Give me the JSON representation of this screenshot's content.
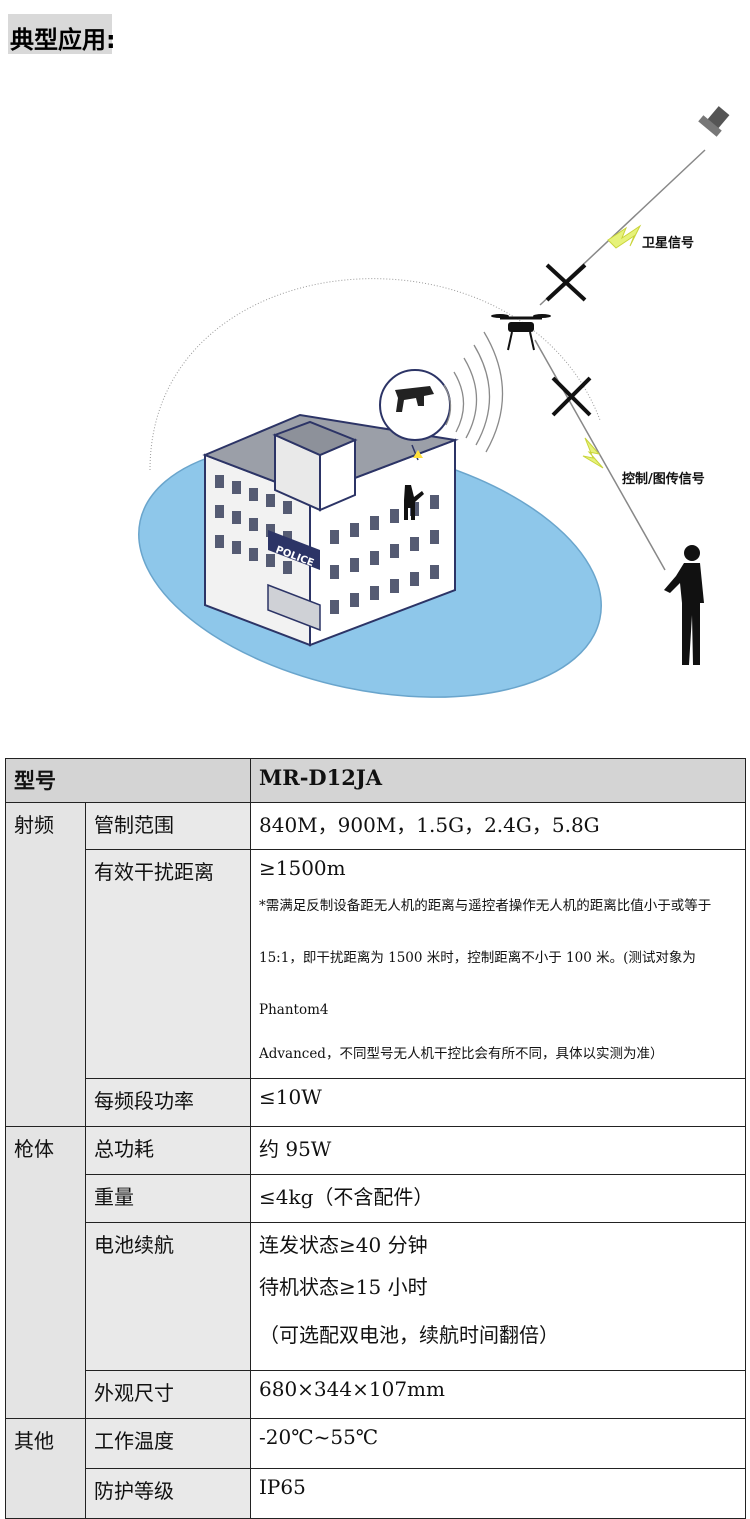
{
  "heading": "典型应用:",
  "illustration": {
    "satellite_label": "卫星信号",
    "control_label": "控制/图传信号",
    "police_sign": "POLICE"
  },
  "table": {
    "model_label": "型号",
    "model_value": "MR-D12JA",
    "rf_group": "射频",
    "rf_range_label": "管制范围",
    "rf_range_value": "840M，900M，1.5G，2.4G，5.8G",
    "jam_distance_label": "有效干扰距离",
    "jam_distance_value": "≥1500m",
    "jam_note_1": "*需满足反制设备距无人机的距离与遥控者操作无人机的距离比值小于或等于",
    "jam_note_2": "15:1，即干扰距离为 1500 米时，控制距离不小于 100 米。(测试对象为 Phantom4",
    "jam_note_3": "Advanced，不同型号无人机干控比会有所不同，具体以实测为准）",
    "band_power_label": "每频段功率",
    "band_power_value": "≤10W",
    "body_group": "枪体",
    "total_power_label": "总功耗",
    "total_power_value": "约 95W",
    "weight_label": "重量",
    "weight_value": "≤4kg（不含配件）",
    "battery_label": "电池续航",
    "battery_line_1": "连发状态≥40 分钟",
    "battery_line_2": "待机状态≥15 小时",
    "battery_line_3": "（可选配双电池，续航时间翻倍）",
    "dimensions_label": "外观尺寸",
    "dimensions_value": "680×344×107mm",
    "other_group": "其他",
    "temp_label": "工作温度",
    "temp_value": "-20℃~55℃",
    "protection_label": "防护等级",
    "protection_value": "IP65"
  }
}
